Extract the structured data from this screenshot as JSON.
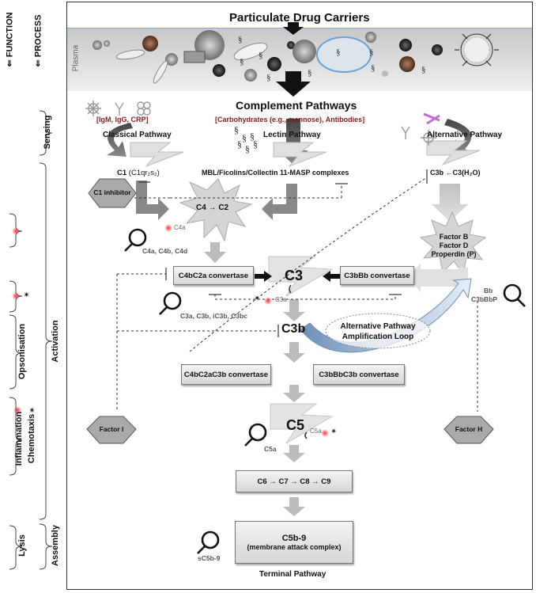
{
  "title": "Particulate Drug Carriers",
  "plasma_label": "Plasma",
  "left_axis": {
    "function_header": "FUNCTION",
    "process_header": "PROCESS",
    "function_items": [
      "Opsonisation",
      "Inflammation",
      "Chemotaxis",
      "Lysis"
    ],
    "process_items": [
      "Sensing",
      "Activation",
      "Assembly"
    ]
  },
  "pathways_title": "Complement Pathways",
  "triggers": {
    "classical": "[IgM, IgG, CRP]",
    "lectin": "[Carbohydrates (e.g., mannose), Antibodies]"
  },
  "pathways": {
    "classical": "Classical Pathway",
    "lectin": "Lectin Pathway",
    "alternative": "Alternative Pathway"
  },
  "c1_label": "C1",
  "c1_formula": "(C1qr₂s₂)",
  "mbl_label": "MBL/Ficolins/Collectin 11-MASP complexes",
  "c3b_c3h2o": "C3b ←C3(H₂O)",
  "c1_inhibitor": "C1 inhibitor",
  "c4_c2": "C4 → C2",
  "c4a": "C4a",
  "c4_products": "C4a, C4b, C4d",
  "factors_bdp": [
    "Factor B",
    "Factor D",
    "Properdin (P)"
  ],
  "c4bc2a": "C4bC2a convertase",
  "c3": "C3",
  "c3bbb": "C3bBb convertase",
  "c3a": "C3a",
  "c3_products": "C3a, C3b, iC3b, C3bc",
  "bb_label": "Bb",
  "c3bbbp": "C3bBbP",
  "c3b": "C3b",
  "amp_loop": [
    "Alternative Pathway",
    "Amplification Loop"
  ],
  "c4bc2ac3b": "C4bC2aC3b convertase",
  "c3bbbc3b": "C3bBbC3b convertase",
  "factor_i": "Factor I",
  "factor_h": "Factor H",
  "c5": "C5",
  "c5a": "C5a",
  "c5a_sub": "C5a",
  "terminal_chain": "C6 → C7 → C8 → C9",
  "mac_title": "C5b-9",
  "mac_sub": "(membrane attack complex)",
  "sc5b9": "sC5b-9",
  "terminal_pathway": "Terminal Pathway",
  "colors": {
    "trigger_red": "#8b1a1a",
    "loop_blue": "#7ea6d6",
    "glow": "#ff3b3b"
  }
}
